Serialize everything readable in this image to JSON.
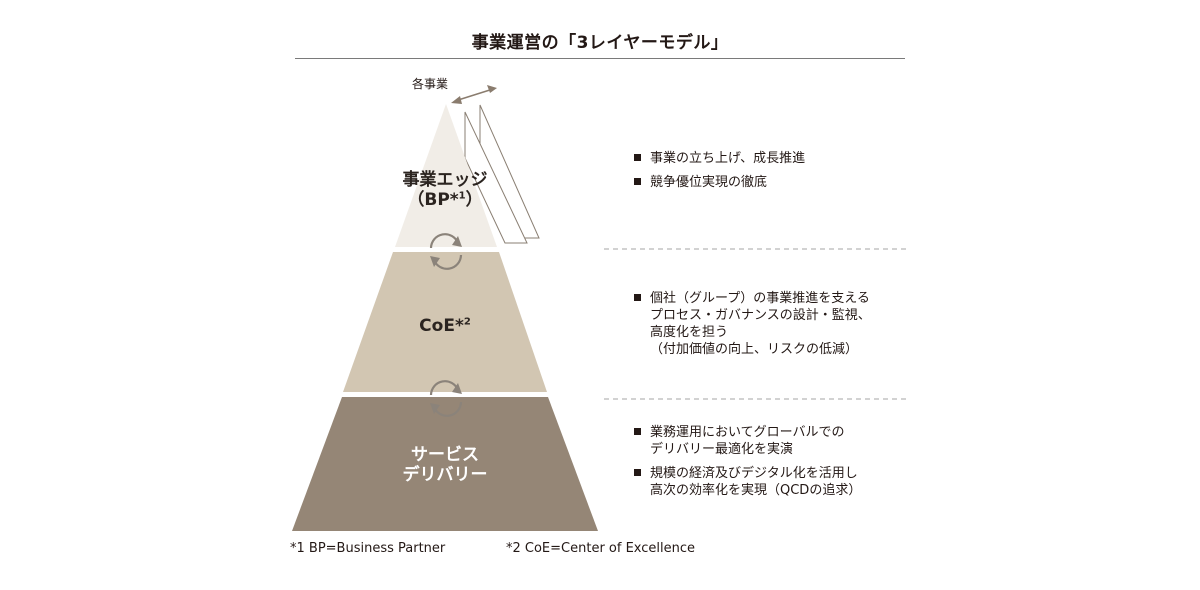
{
  "title": "事業運営の「3レイヤーモデル」",
  "each_business_label": "各事業",
  "tiers": {
    "edge": {
      "line1": "事業エッジ",
      "line2_pre": "（BP*",
      "line2_sup": "1",
      "line2_post": "）"
    },
    "coe": {
      "label": "CoE*",
      "sup": "2"
    },
    "service": {
      "line1": "サービス",
      "line2": "デリバリー"
    }
  },
  "bullets": {
    "edge": [
      "事業の立ち上げ、成長推進",
      "競争優位実現の徹底"
    ],
    "coe": [
      {
        "lines": [
          "個社（グループ）の事業推進を支える",
          "プロセス・ガバナンスの設計・監視、",
          "高度化を担う",
          "（付加価値の向上、リスクの低減）"
        ]
      }
    ],
    "service": [
      {
        "lines": [
          "業務運用においてグローバルでの",
          "デリバリー最適化を実演"
        ]
      },
      {
        "lines": [
          "規模の経済及びデジタル化を活用し",
          "高次の効率化を実現（QCDの追求）"
        ]
      }
    ]
  },
  "footnotes": {
    "fn1": "*1 BP=Business Partner",
    "fn2": "*2 CoE=Center of Excellence"
  },
  "colors": {
    "top_tier": "#f1ede7",
    "middle_tier": "#d2c6b2",
    "bottom_tier": "#958676",
    "outline_layers": "#8a7f73",
    "arrow": "#8a7c6e",
    "cycle_icon": "#8b837a",
    "divider": "#a5a5a5"
  }
}
